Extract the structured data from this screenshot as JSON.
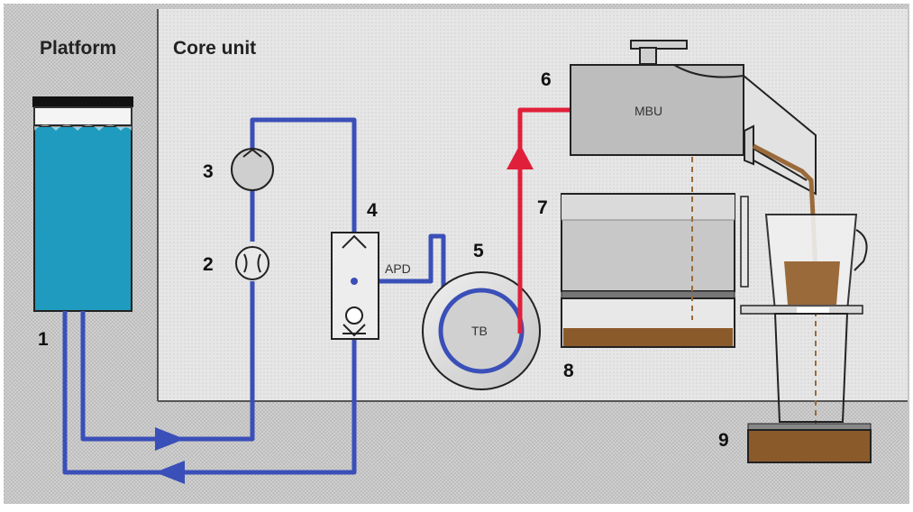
{
  "headers": {
    "platform": "Platform",
    "core_unit": "Core unit"
  },
  "components": {
    "water_tank": "1",
    "flow_meter": "2",
    "pump": "3",
    "valve_block": "4",
    "thermoblock": "5",
    "brewing_unit": "6",
    "grounds_container": "7",
    "drip_tray": "8",
    "cup_tray": "9"
  },
  "inline_labels": {
    "apd": "APD",
    "tb": "TB",
    "mbu": "MBU"
  },
  "colors": {
    "water_line": "#3a4fb8",
    "hot_water_line": "#e0203a",
    "coffee_line": "#9a6a3a",
    "tank_water": "#1f9bbf",
    "grounds": "#8b5a2b",
    "panel_platform": "#c8c8c8",
    "panel_core": "#e2e2e2"
  }
}
